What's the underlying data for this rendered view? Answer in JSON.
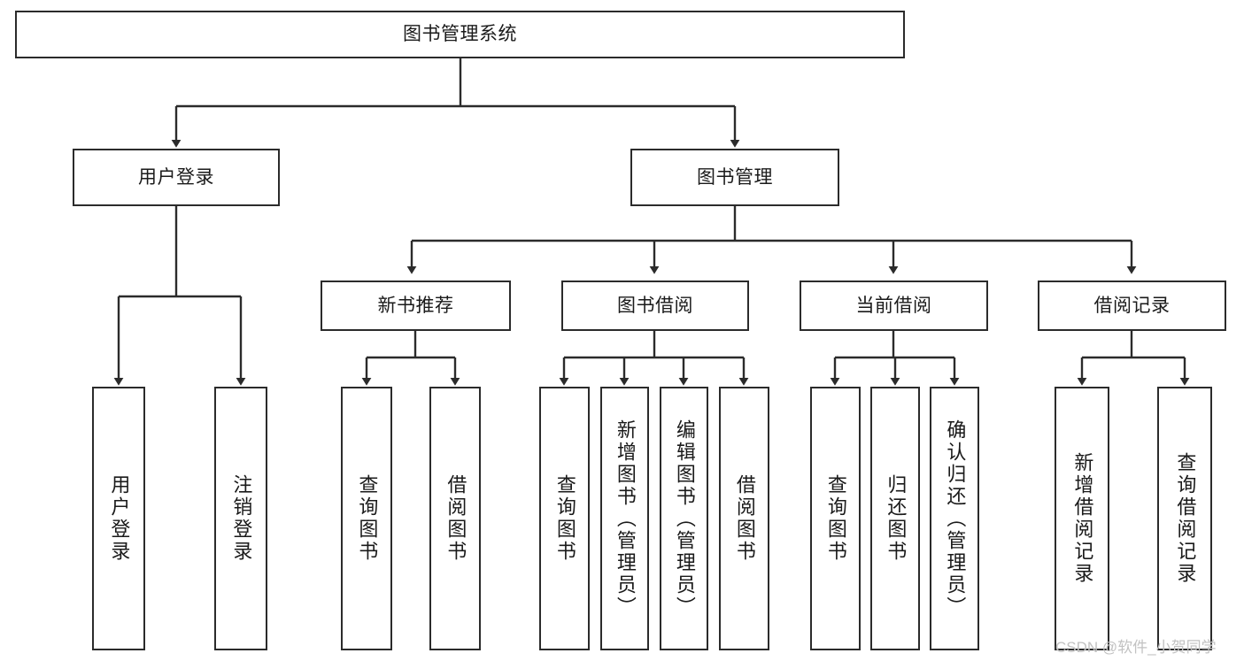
{
  "diagram": {
    "type": "tree-hierarchy",
    "root": {
      "label": "图书管理系统"
    },
    "level2": [
      {
        "label": "用户登录"
      },
      {
        "label": "图书管理"
      }
    ],
    "level3": [
      {
        "label": "新书推荐"
      },
      {
        "label": "图书借阅"
      },
      {
        "label": "当前借阅"
      },
      {
        "label": "借阅记录"
      }
    ],
    "leaves": {
      "user_login": [
        {
          "label": "用户登录"
        },
        {
          "label": "注销登录"
        }
      ],
      "new_book_recommend": [
        {
          "label": "查询图书"
        },
        {
          "label": "借阅图书"
        }
      ],
      "book_borrow": [
        {
          "label": "查询图书"
        },
        {
          "label": "新增图书（管理员）"
        },
        {
          "label": "编辑图书（管理员）"
        },
        {
          "label": "借阅图书"
        }
      ],
      "current_borrow": [
        {
          "label": "查询图书"
        },
        {
          "label": "归还图书"
        },
        {
          "label": "确认归还（管理员）"
        }
      ],
      "borrow_record": [
        {
          "label": "新增借阅记录"
        },
        {
          "label": "查询借阅记录"
        }
      ]
    }
  },
  "watermark": {
    "text": "CSDN @软件_小贺同学"
  },
  "colors": {
    "stroke": "#2b2b2b",
    "fill": "#ffffff",
    "text": "#1a1a1a",
    "watermark": "#c2c2c2"
  }
}
